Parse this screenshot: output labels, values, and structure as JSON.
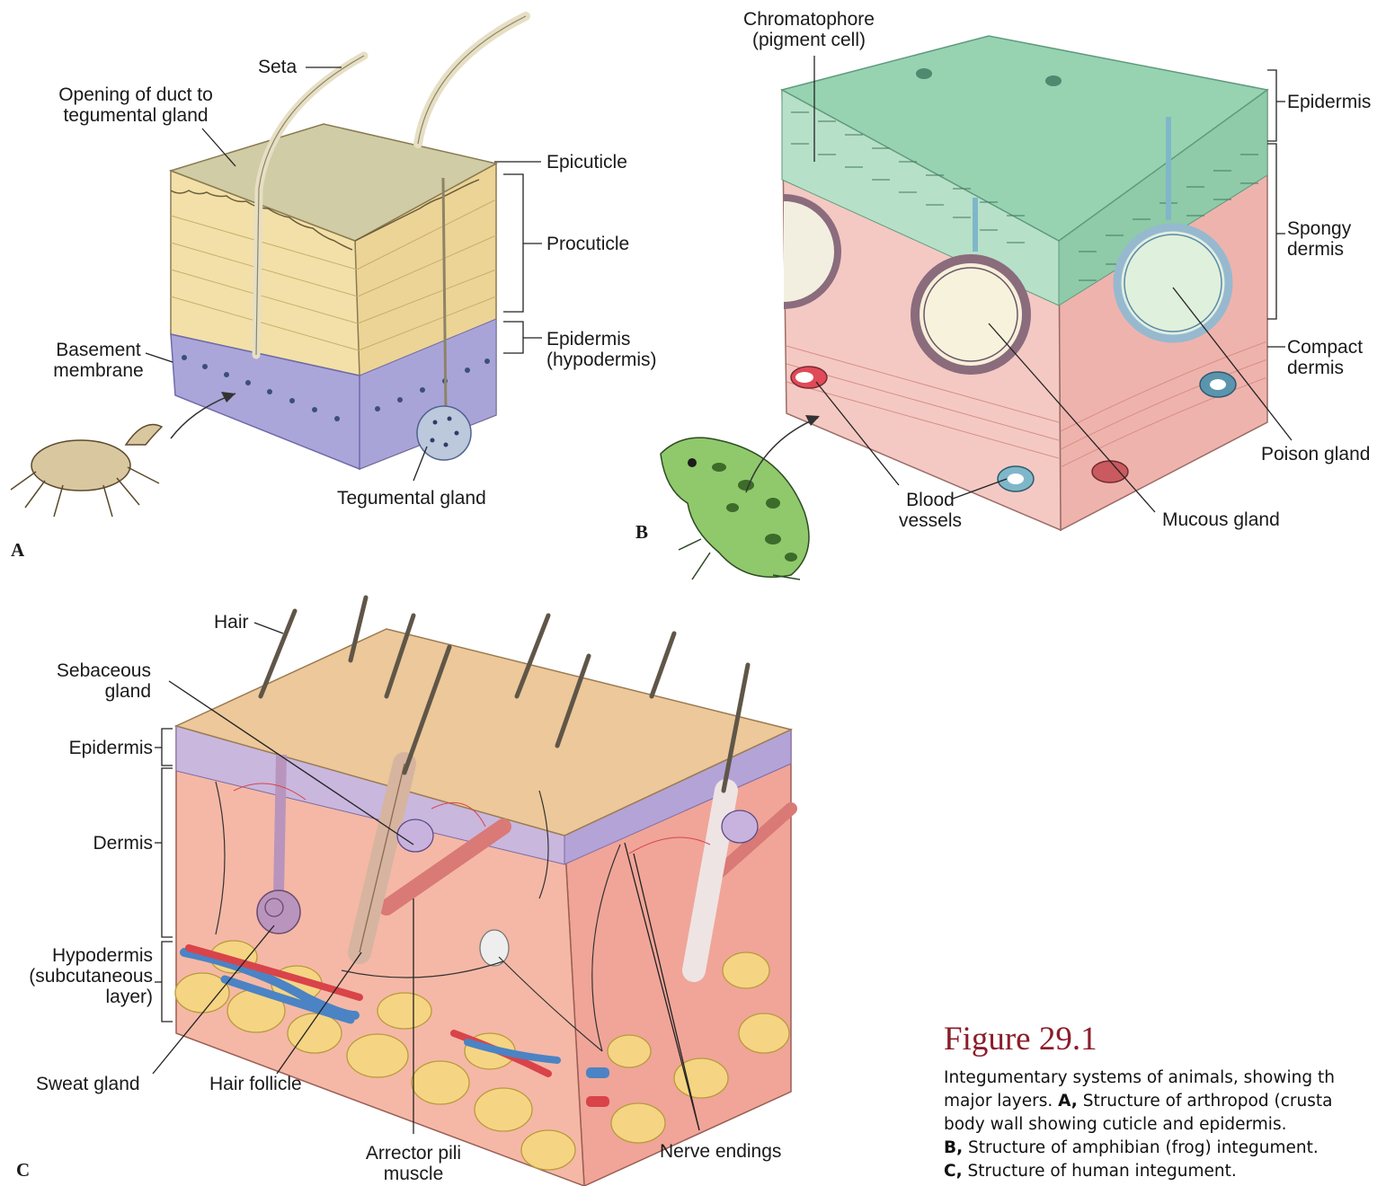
{
  "panels": {
    "a": {
      "letter": "A",
      "labels": {
        "seta": "Seta",
        "opening_line1": "Opening of duct to",
        "opening_line2": "tegumental gland",
        "epicuticle": "Epicuticle",
        "procuticle": "Procuticle",
        "epidermis_line1": "Epidermis",
        "epidermis_line2": "(hypodermis)",
        "basement_line1": "Basement",
        "basement_line2": "membrane",
        "tegumental_gland": "Tegumental gland"
      }
    },
    "b": {
      "letter": "B",
      "labels": {
        "chromatophore_line1": "Chromatophore",
        "chromatophore_line2": "(pigment cell)",
        "epidermis": "Epidermis",
        "spongy_line1": "Spongy",
        "spongy_line2": "dermis",
        "compact_line1": "Compact",
        "compact_line2": "dermis",
        "poison_gland": "Poison gland",
        "mucous_gland": "Mucous gland",
        "blood_line1": "Blood",
        "blood_line2": "vessels"
      }
    },
    "c": {
      "letter": "C",
      "labels": {
        "hair": "Hair",
        "sebaceous_line1": "Sebaceous",
        "sebaceous_line2": "gland",
        "epidermis": "Epidermis",
        "dermis": "Dermis",
        "hypodermis_line1": "Hypodermis",
        "hypodermis_line2": "(subcutaneous",
        "hypodermis_line3": "layer)",
        "sweat_gland": "Sweat gland",
        "hair_follicle": "Hair follicle",
        "arrector_line1": "Arrector pili",
        "arrector_line2": "muscle",
        "nerve_endings": "Nerve endings"
      }
    }
  },
  "figure": {
    "title": "Figure 29.1",
    "caption": {
      "line1": "Integumentary systems of animals, showing th",
      "line2": "major layers. ",
      "line2_bold": "A,",
      "line2_rest": " Structure of arthropod (crusta",
      "line3": "body wall showing cuticle and epidermis.",
      "line4_bold": "B,",
      "line4_rest": " Structure of amphibian (frog) integument.",
      "line5_bold": "C,",
      "line5_rest": " Structure of human integument."
    }
  },
  "colors": {
    "cuticle_top": "#c9c7a0",
    "procuticle": "#f2dfa6",
    "hypodermis_cells": "#a7a3d6",
    "frog_epidermis": "#9ed4b8",
    "frog_dermis": "#f2c0bc",
    "human_surface": "#e8c495",
    "human_dermis": "#f3b3a2",
    "fat": "#f3d583",
    "vein": "#4b83c4",
    "artery": "#d9434a",
    "title": "#8b1d2a"
  }
}
